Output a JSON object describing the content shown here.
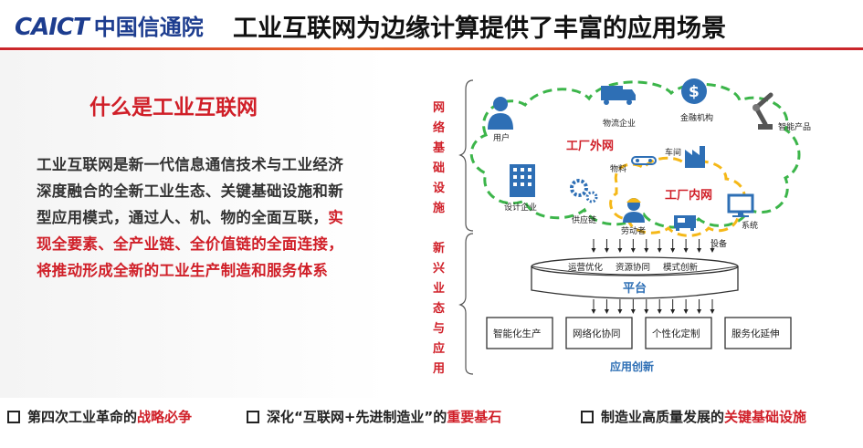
{
  "header": {
    "logo_en": "CAICT",
    "logo_cn": "中国信通院",
    "title": "工业互联网为边缘计算提供了丰富的应用场景"
  },
  "left": {
    "section_title": "什么是工业互联网",
    "text_plain": "工业互联网是新一代信息通信技术与工业经济深度融合的全新工业生态、关键基础设施和新型应用模式，通过人、机、物的全面互联，",
    "text_highlight": "实现全要素、全产业链、全价值链的全面连接，将推动形成全新的工业生产制造和服务体系"
  },
  "diagram": {
    "side_label_top": "网络基础设施",
    "side_label_bottom": "新兴业态与应用",
    "outer_cloud_label": "工厂外网",
    "inner_cloud_label": "工厂内网",
    "nodes": {
      "user": "用户",
      "logistics": "物流企业",
      "finance": "金融机构",
      "smart_product": "智能产品",
      "design": "设计企业",
      "supply": "供应链",
      "material": "物料",
      "workshop": "车间",
      "worker": "劳动者",
      "equipment": "设备",
      "system": "系统"
    },
    "platform": {
      "items": [
        "运营优化",
        "资源协同",
        "模式创新"
      ],
      "label": "平台"
    },
    "apps": [
      "智能化生产",
      "网络化协同",
      "个性化定制",
      "服务化延伸"
    ],
    "apps_label": "应用创新",
    "colors": {
      "outer_cloud": "#3cb54a",
      "inner_cloud": "#f5b818",
      "icon": "#2e6fb5",
      "red": "#d01f28"
    }
  },
  "bottom": {
    "points": [
      {
        "plain": "第四次工业革命的",
        "highlight": "战略必争"
      },
      {
        "plain": "深化“互联网+先进制造业”的",
        "highlight": "重要基石"
      },
      {
        "plain": "制造业高质量发展的",
        "highlight": "关键基础设施"
      }
    ]
  }
}
